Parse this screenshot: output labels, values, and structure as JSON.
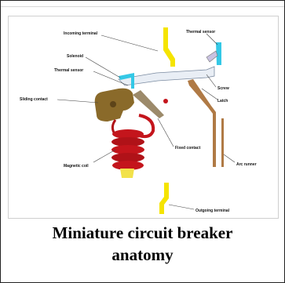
{
  "labels": {
    "incoming_terminal": "Incoming terminal",
    "thermal_sensor_top": "Thermal sensor",
    "solenoid": "Solenoid",
    "thermal_sensor_left": "Thermal sensor",
    "sliding_contact": "Sliding contact",
    "screw": "Screw",
    "latch": "Latch",
    "fixed_contact": "Fixed contact",
    "arc_runner": "Arc runner",
    "magnetic_coil": "Magnetic coil",
    "outgoing_terminal": "Outgoing terminal"
  },
  "caption": {
    "line1": "Miniature circuit breaker",
    "line2": "anatomy"
  },
  "colors": {
    "terminal": "#f5e400",
    "thermal": "#34c8e6",
    "coil": "#c4151c",
    "contact": "#8a6a2a",
    "arc_runner": "#b07a45",
    "leader": "#444444"
  }
}
